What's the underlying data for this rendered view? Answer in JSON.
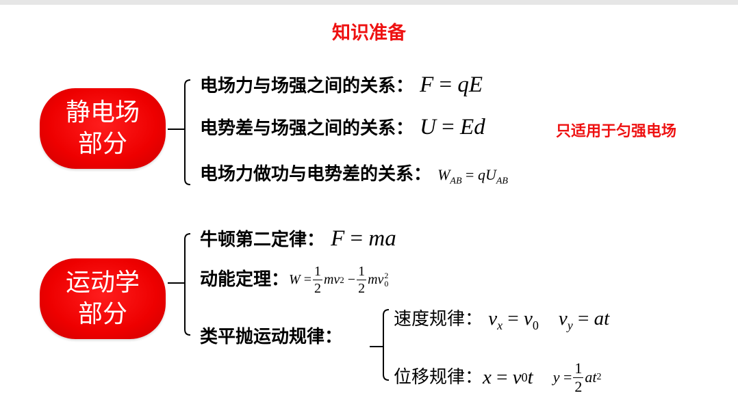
{
  "title": "知识准备",
  "colors": {
    "accent": "#ee1111",
    "pill": "#ee0000"
  },
  "section1": {
    "label_line1": "静电场",
    "label_line2": "部分",
    "rows": [
      {
        "label": "电场力与场强之间的关系：",
        "formula": "F = qE"
      },
      {
        "label": "电势差与场强之间的关系：",
        "formula": "U = Ed",
        "note": "只适用于匀强电场"
      },
      {
        "label": "电场力做功与电势差的关系：",
        "formula": "W_AB = qU_AB"
      }
    ]
  },
  "section2": {
    "label_line1": "运动学",
    "label_line2": "部分",
    "rows": [
      {
        "label": "牛顿第二定律：",
        "formula": "F = ma"
      },
      {
        "label": "动能定理：",
        "formula": "W = ½mv² − ½mv₀²"
      },
      {
        "label": "类平抛运动规律："
      }
    ],
    "sub_rows": [
      {
        "label": "速度规律：",
        "formula": "vx = v0   vy = at"
      },
      {
        "label": "位移规律：",
        "formula": "x = v0t   y = ½at²"
      }
    ]
  }
}
